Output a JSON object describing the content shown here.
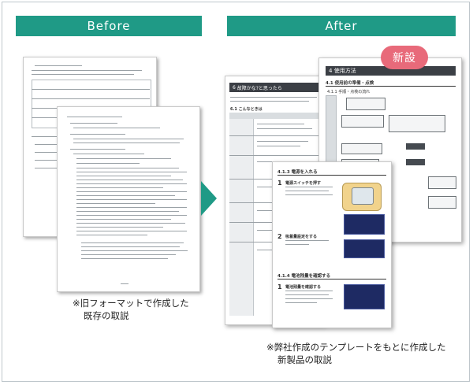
{
  "header": {
    "before_label": "Before",
    "after_label": "After"
  },
  "before": {
    "caption_line1": "※旧フォーマットで作成した",
    "caption_line2": "既存の取説"
  },
  "after": {
    "badge": "新設",
    "caption_line1": "※弊社作成のテンプレートをもとに作成した",
    "caption_line2": "新製品の取説",
    "right_doc": {
      "chapter_num": "4",
      "chapter_title": "使用方法",
      "section": "4.1 使用前の準備・点検",
      "subsection": "4.1.1 手順・点検の流れ"
    },
    "left_doc": {
      "chapter_num": "6",
      "chapter_title": "故障かな?と思ったら",
      "section": "6.1 こんなときは"
    },
    "mid_doc": {
      "section1": "4.1.3 電源を入れる",
      "step1": "電源スイッチを押す",
      "step2": "吸着量設定をする",
      "section2": "4.1.4 電池残量を確認する",
      "step3": "電池残量を確認する"
    }
  },
  "colors": {
    "accent": "#1f9a86",
    "badge": "#e86a7a"
  }
}
